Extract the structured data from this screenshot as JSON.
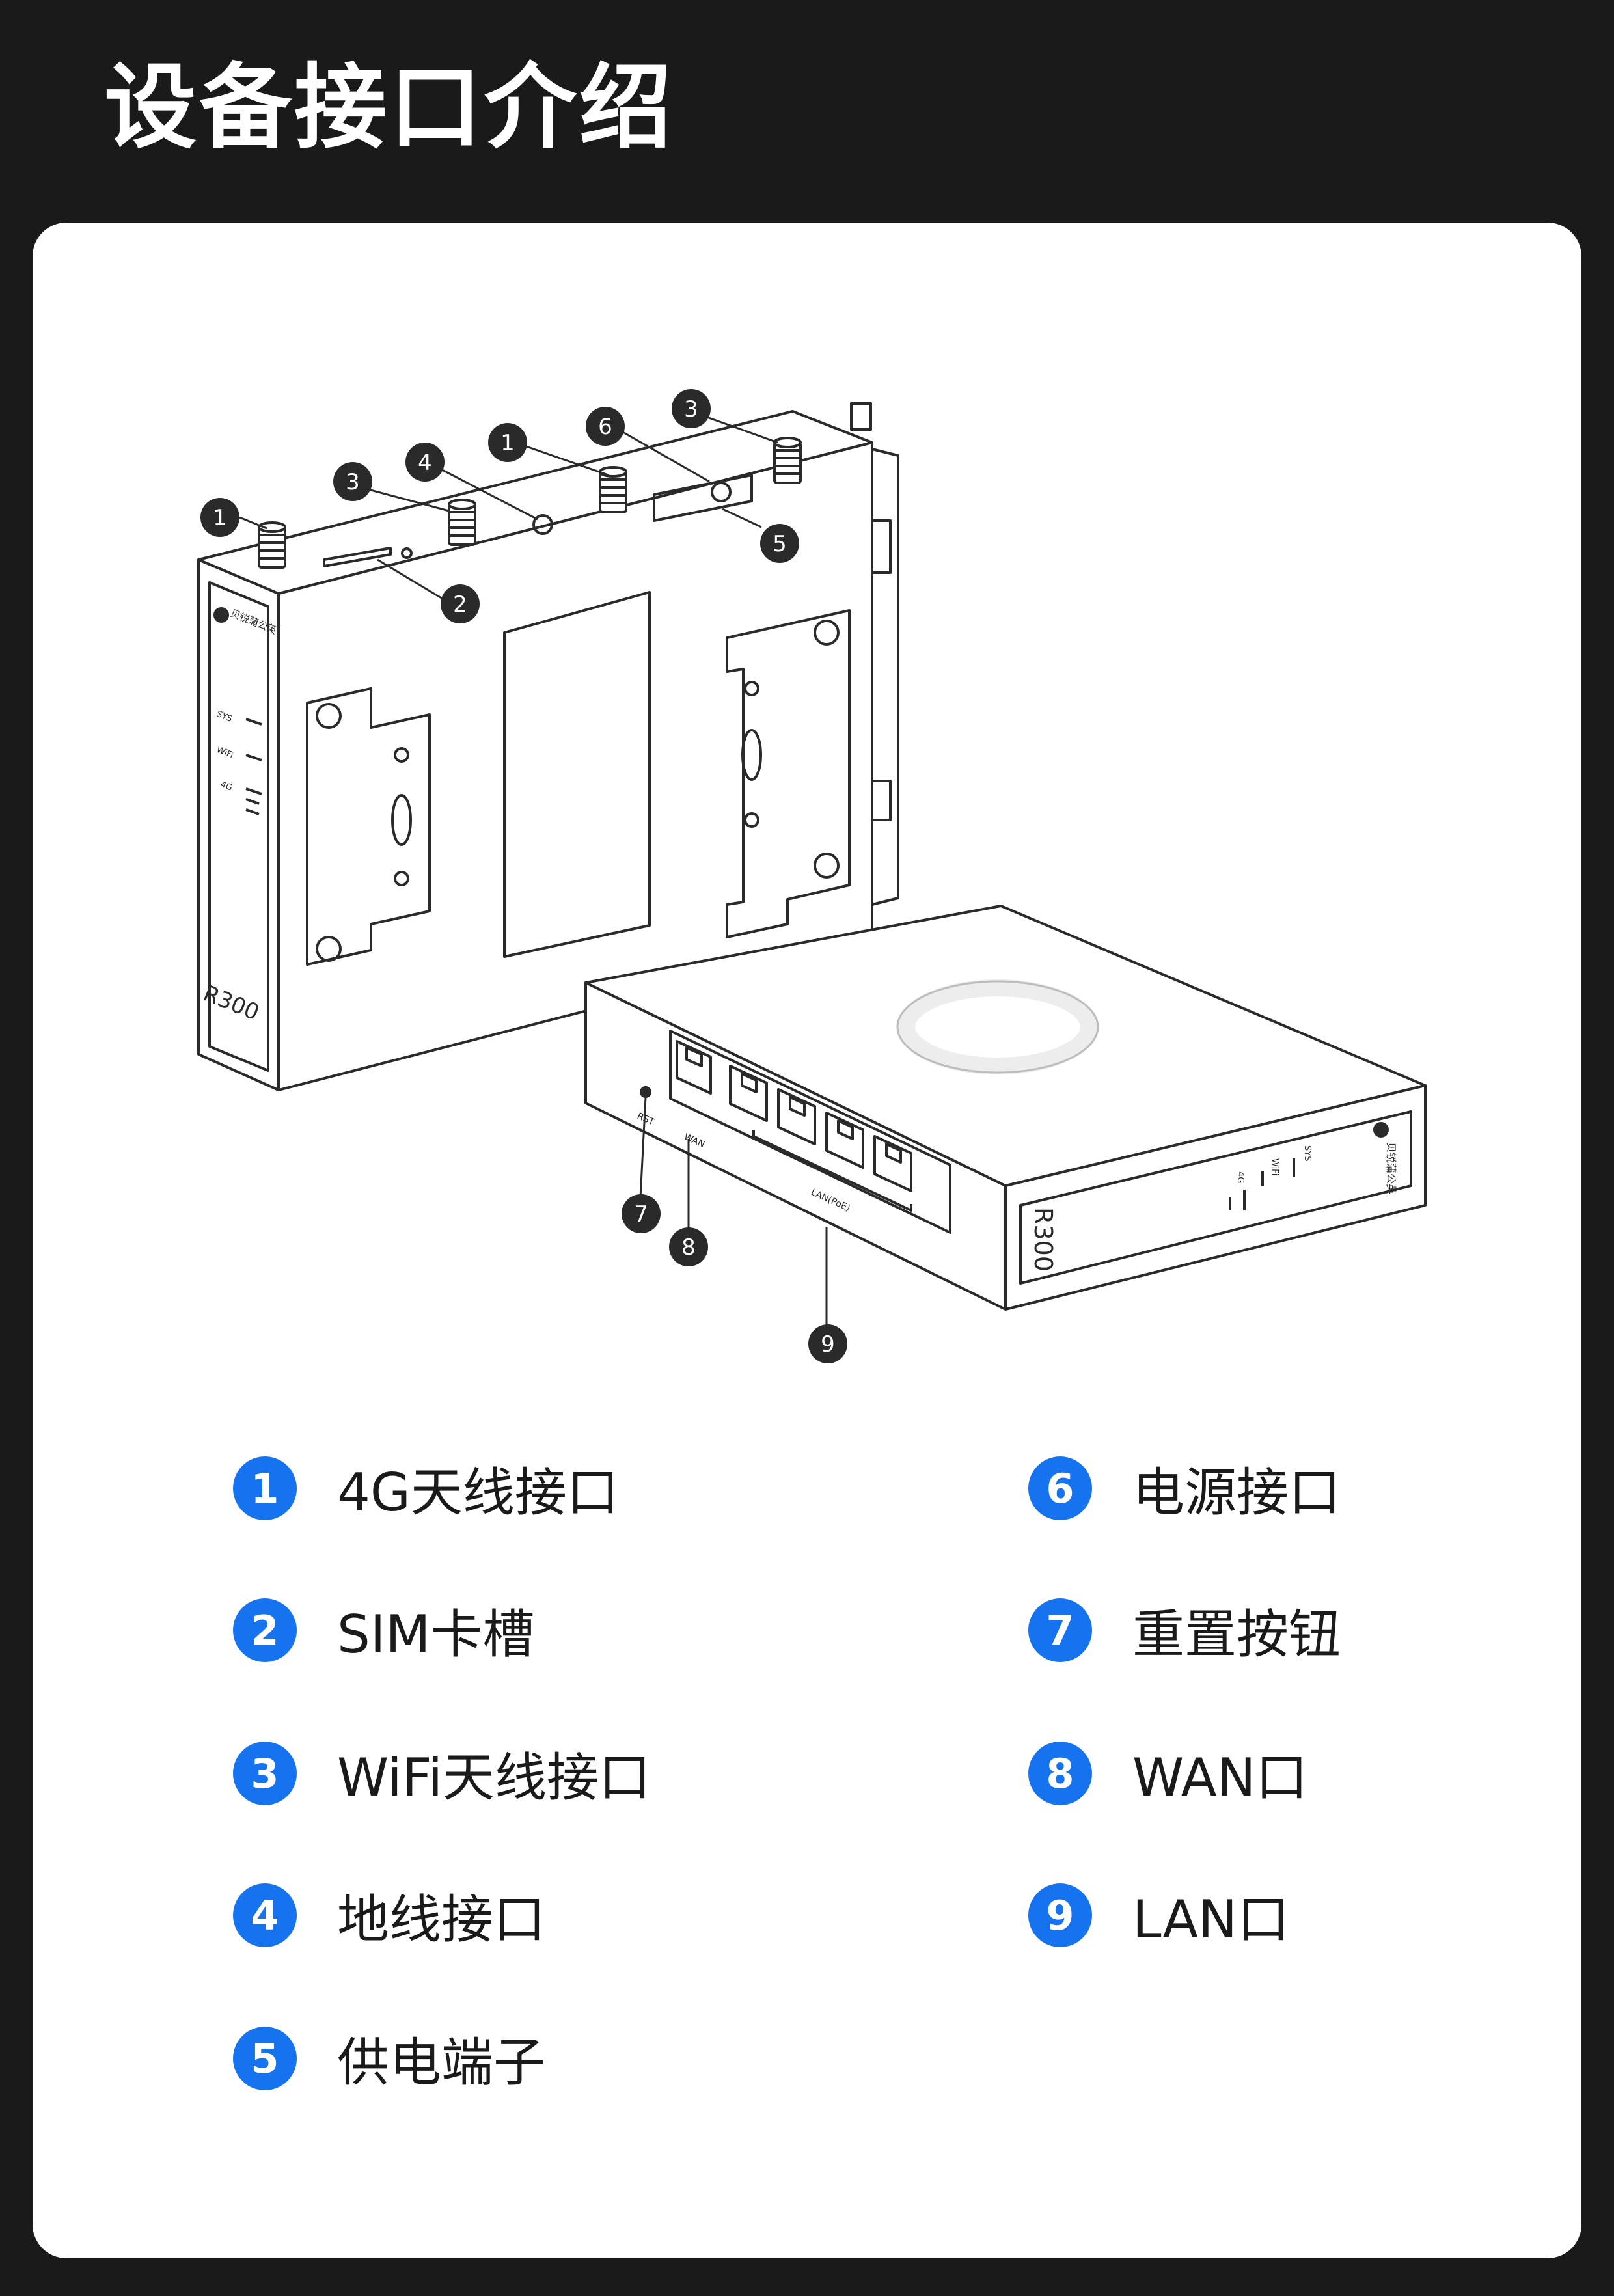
{
  "page": {
    "title": "设备接口介绍"
  },
  "device": {
    "model": "R300",
    "brand": "贝锐蒲公英",
    "indicators": [
      "SYS",
      "WiFi",
      "4G"
    ],
    "port_labels": {
      "rst": "RST",
      "wan": "WAN",
      "lan": "LAN(PoE)"
    }
  },
  "callouts": [
    "1",
    "2",
    "3",
    "4",
    "5",
    "6",
    "7",
    "8",
    "9"
  ],
  "legend": [
    {
      "number": "1",
      "label": "4G天线接口"
    },
    {
      "number": "2",
      "label": "SIM卡槽"
    },
    {
      "number": "3",
      "label": "WiFi天线接口"
    },
    {
      "number": "4",
      "label": "地线接口"
    },
    {
      "number": "5",
      "label": "供电端子"
    },
    {
      "number": "6",
      "label": "电源接口"
    },
    {
      "number": "7",
      "label": "重置按钮"
    },
    {
      "number": "8",
      "label": "WAN口"
    },
    {
      "number": "9",
      "label": "LAN口"
    }
  ],
  "colors": {
    "background": "#1a1a1a",
    "card": "#ffffff",
    "badge": "#1673f0",
    "line": "#2a2a2a"
  }
}
